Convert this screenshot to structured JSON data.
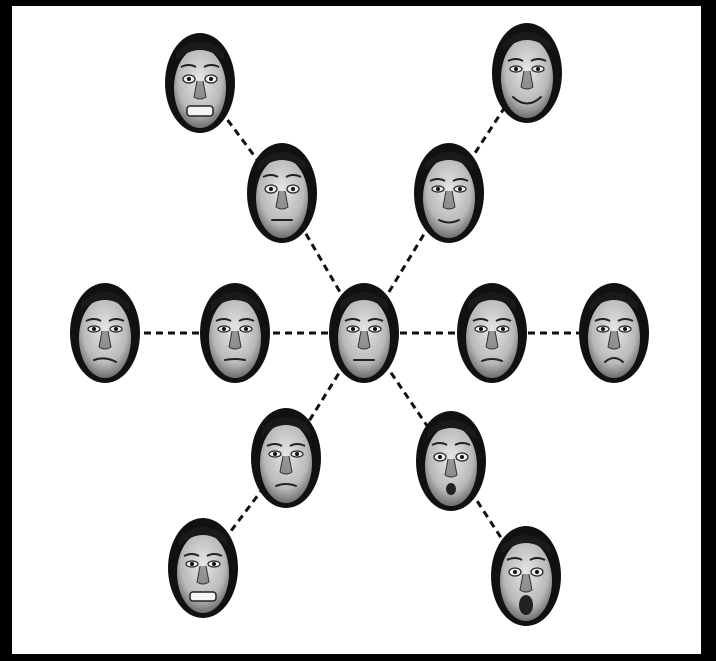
{
  "diagram": {
    "background": "#ffffff",
    "frame_color": "#000000",
    "edge_color": "#111111",
    "center_face": {
      "expression": "neutral"
    },
    "branches": [
      {
        "direction": "left",
        "faces": [
          {
            "expression": "mild-mixed"
          },
          {
            "expression": "strong-mixed"
          }
        ]
      },
      {
        "direction": "right",
        "faces": [
          {
            "expression": "mild-pout"
          },
          {
            "expression": "strong-pout"
          }
        ]
      },
      {
        "direction": "upper-left",
        "faces": [
          {
            "expression": "mild-fear"
          },
          {
            "expression": "strong-fear"
          }
        ]
      },
      {
        "direction": "upper-right",
        "faces": [
          {
            "expression": "mild-happy"
          },
          {
            "expression": "strong-happy"
          }
        ]
      },
      {
        "direction": "lower-left",
        "faces": [
          {
            "expression": "mild-disgust"
          },
          {
            "expression": "strong-disgust"
          }
        ]
      },
      {
        "direction": "lower-right",
        "faces": [
          {
            "expression": "mild-surprise"
          },
          {
            "expression": "strong-surprise"
          }
        ]
      }
    ]
  }
}
